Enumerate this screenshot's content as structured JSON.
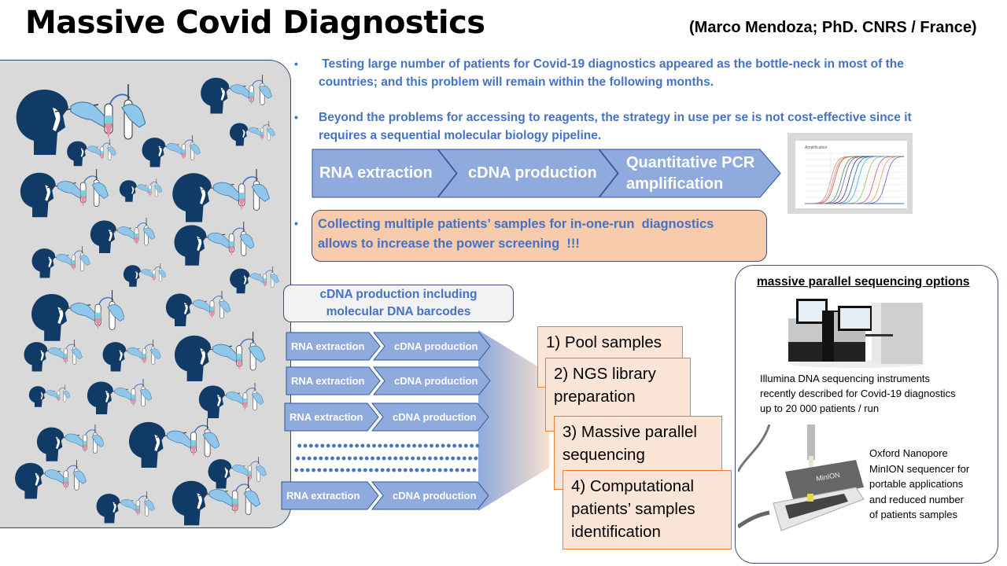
{
  "header": {
    "title": "Massive Covid Diagnostics",
    "author": "(Marco Mendoza; PhD. CNRS / France)"
  },
  "bullets": [
    {
      "icon": "bullet-dot",
      "text_line1": " Testing large number of patients for Covid-19 diagnostics appeared as the bottle-neck in most of the",
      "text_line2": "countries; and this problem will remain within the following months."
    },
    {
      "icon": "bullet-dot",
      "text_line1": "Beyond the problems for accessing to reagents, the strategy in use per se is not cost-effective since it",
      "text_line2": "requires a sequential molecular biology pipeline."
    },
    {
      "icon": "bullet-dot",
      "text_line1": "Collecting multiple patients’ samples for in-one-run  diagnostics",
      "text_line2": "allows to increase the power screening  !!!"
    }
  ],
  "bullet_glyph": "•",
  "pipeline": {
    "steps": [
      "RNA extraction",
      "cDNA production",
      "Quantitative PCR",
      "amplification"
    ]
  },
  "qpcr_image": {
    "label": "qPCR amplification curves image",
    "chart_title": "Amplification"
  },
  "barcode": {
    "line1": "cDNA production including",
    "line2": "molecular DNA barcodes"
  },
  "parallel_rows": [
    {
      "a": "RNA extraction",
      "b": "cDNA production"
    },
    {
      "a": "RNA extraction",
      "b": "cDNA production"
    },
    {
      "a": "RNA extraction",
      "b": "cDNA production"
    },
    {
      "a": "RNA extraction",
      "b": "cDNA production"
    }
  ],
  "ngs_steps": [
    {
      "line1": "1) Pool samples",
      "line2": ""
    },
    {
      "line1": "2) NGS library",
      "line2": "preparation"
    },
    {
      "line1": "3) Massive parallel",
      "line2": "sequencing"
    },
    {
      "line1": "4) Computational",
      "line2": "patients’ samples",
      "line3": "identification"
    }
  ],
  "sequencing_options": {
    "title": "massive parallel sequencing options ",
    "illumina": [
      "Illumina DNA sequencing instruments",
      "recently described for Covid-19 diagnostics",
      "up to 20 000 patients / run"
    ],
    "nanopore": [
      "Oxford Nanopore",
      "MinION sequencer for",
      "portable applications",
      "and reduced number",
      "of patients samples"
    ],
    "minion_label": "MinION"
  },
  "colors": {
    "accent_blue": "#4472c4",
    "chevron_fill": "#8faadc",
    "chevron_border": "#2f5597",
    "peach": "#f8cbad",
    "step_fill": "#fbe5d6",
    "step_border": "#ed7d31",
    "panel_gray": "#d9d9d9",
    "navy": "#1f3864"
  }
}
